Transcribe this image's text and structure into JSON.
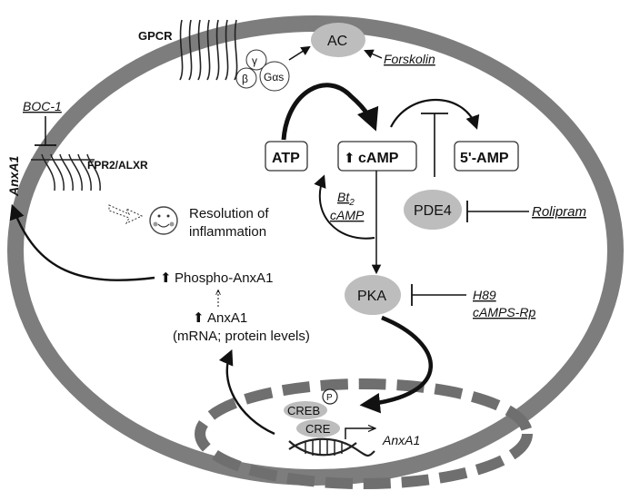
{
  "colors": {
    "membrane": "#7d7d7d",
    "nucleus": "#6f6f6f",
    "node_fill": "#bdbdbd",
    "line": "#111111",
    "background": "#ffffff"
  },
  "receptors": {
    "gpcr": "GPCR",
    "fpr2": "FPR2/ALXR",
    "gamma": "γ",
    "beta": "β",
    "galpha": "Gαs"
  },
  "nodes": {
    "ac": "AC",
    "pde4": "PDE4",
    "pka": "PKA",
    "creb": "CREB",
    "cre": "CRE",
    "phospho": "P"
  },
  "boxes": {
    "atp": "ATP",
    "camp": "cAMP",
    "amp5": "5'-AMP"
  },
  "drugs": {
    "forskolin": "Forskolin",
    "boc1": "BOC-1",
    "rolipram": "Rolipram",
    "h89": "H89",
    "camps": "cAMPS-Rp",
    "bt2_main": "Bt",
    "bt2_sub": "2",
    "bt2_camp": "cAMP"
  },
  "labels": {
    "anxa1_vertical": "AnxA1",
    "resolution_1": "Resolution of",
    "resolution_2": "inflammation",
    "phospho_anxa1": "Phospho-AnxA1",
    "anxa1_levels": "AnxA1",
    "levels_sub": "(mRNA; protein levels)",
    "gene_anxa1": "AnxA1"
  },
  "symbols": {
    "up_arrow": "⬆",
    "smiley_icon": "☺"
  }
}
